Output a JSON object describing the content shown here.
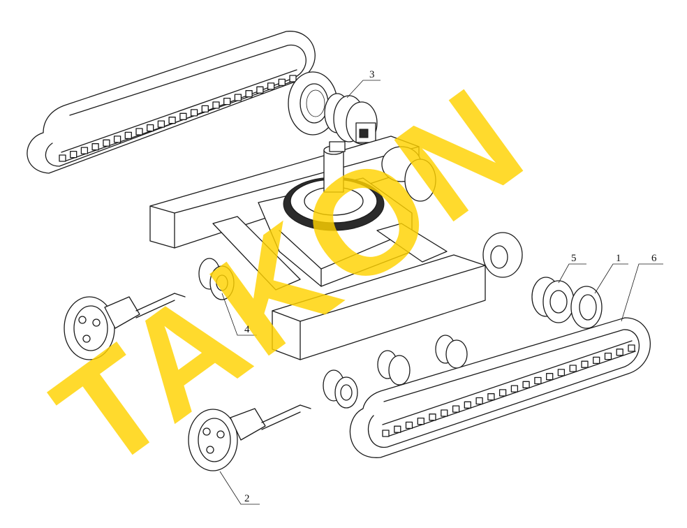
{
  "watermark": {
    "text": "TAKON",
    "color": "#ffd200"
  },
  "callouts": [
    {
      "id": "1",
      "label": "1"
    },
    {
      "id": "2",
      "label": "2"
    },
    {
      "id": "3",
      "label": "3"
    },
    {
      "id": "4",
      "label": "4"
    },
    {
      "id": "5",
      "label": "5"
    },
    {
      "id": "6",
      "label": "6"
    }
  ],
  "colors": {
    "line": "#1a1a1a",
    "background": "#ffffff"
  }
}
